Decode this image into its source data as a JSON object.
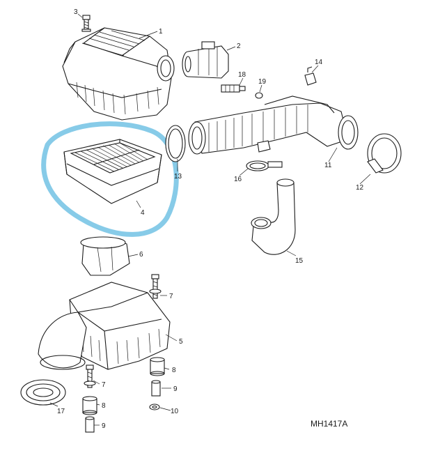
{
  "diagram": {
    "drawing_code": "MH1417A",
    "highlight_color": "#87cbe8",
    "callouts": [
      {
        "id": "c1",
        "label": "1"
      },
      {
        "id": "c2",
        "label": "2"
      },
      {
        "id": "c3",
        "label": "3"
      },
      {
        "id": "c4",
        "label": "4"
      },
      {
        "id": "c5",
        "label": "5"
      },
      {
        "id": "c6",
        "label": "6"
      },
      {
        "id": "c7a",
        "label": "7"
      },
      {
        "id": "c7b",
        "label": "7"
      },
      {
        "id": "c8a",
        "label": "8"
      },
      {
        "id": "c8b",
        "label": "8"
      },
      {
        "id": "c9a",
        "label": "9"
      },
      {
        "id": "c9b",
        "label": "9"
      },
      {
        "id": "c10",
        "label": "10"
      },
      {
        "id": "c11",
        "label": "11"
      },
      {
        "id": "c12",
        "label": "12"
      },
      {
        "id": "c13",
        "label": "13"
      },
      {
        "id": "c14",
        "label": "14"
      },
      {
        "id": "c15",
        "label": "15"
      },
      {
        "id": "c16",
        "label": "16"
      },
      {
        "id": "c17",
        "label": "17"
      },
      {
        "id": "c18",
        "label": "18"
      },
      {
        "id": "c19",
        "label": "19"
      }
    ]
  }
}
